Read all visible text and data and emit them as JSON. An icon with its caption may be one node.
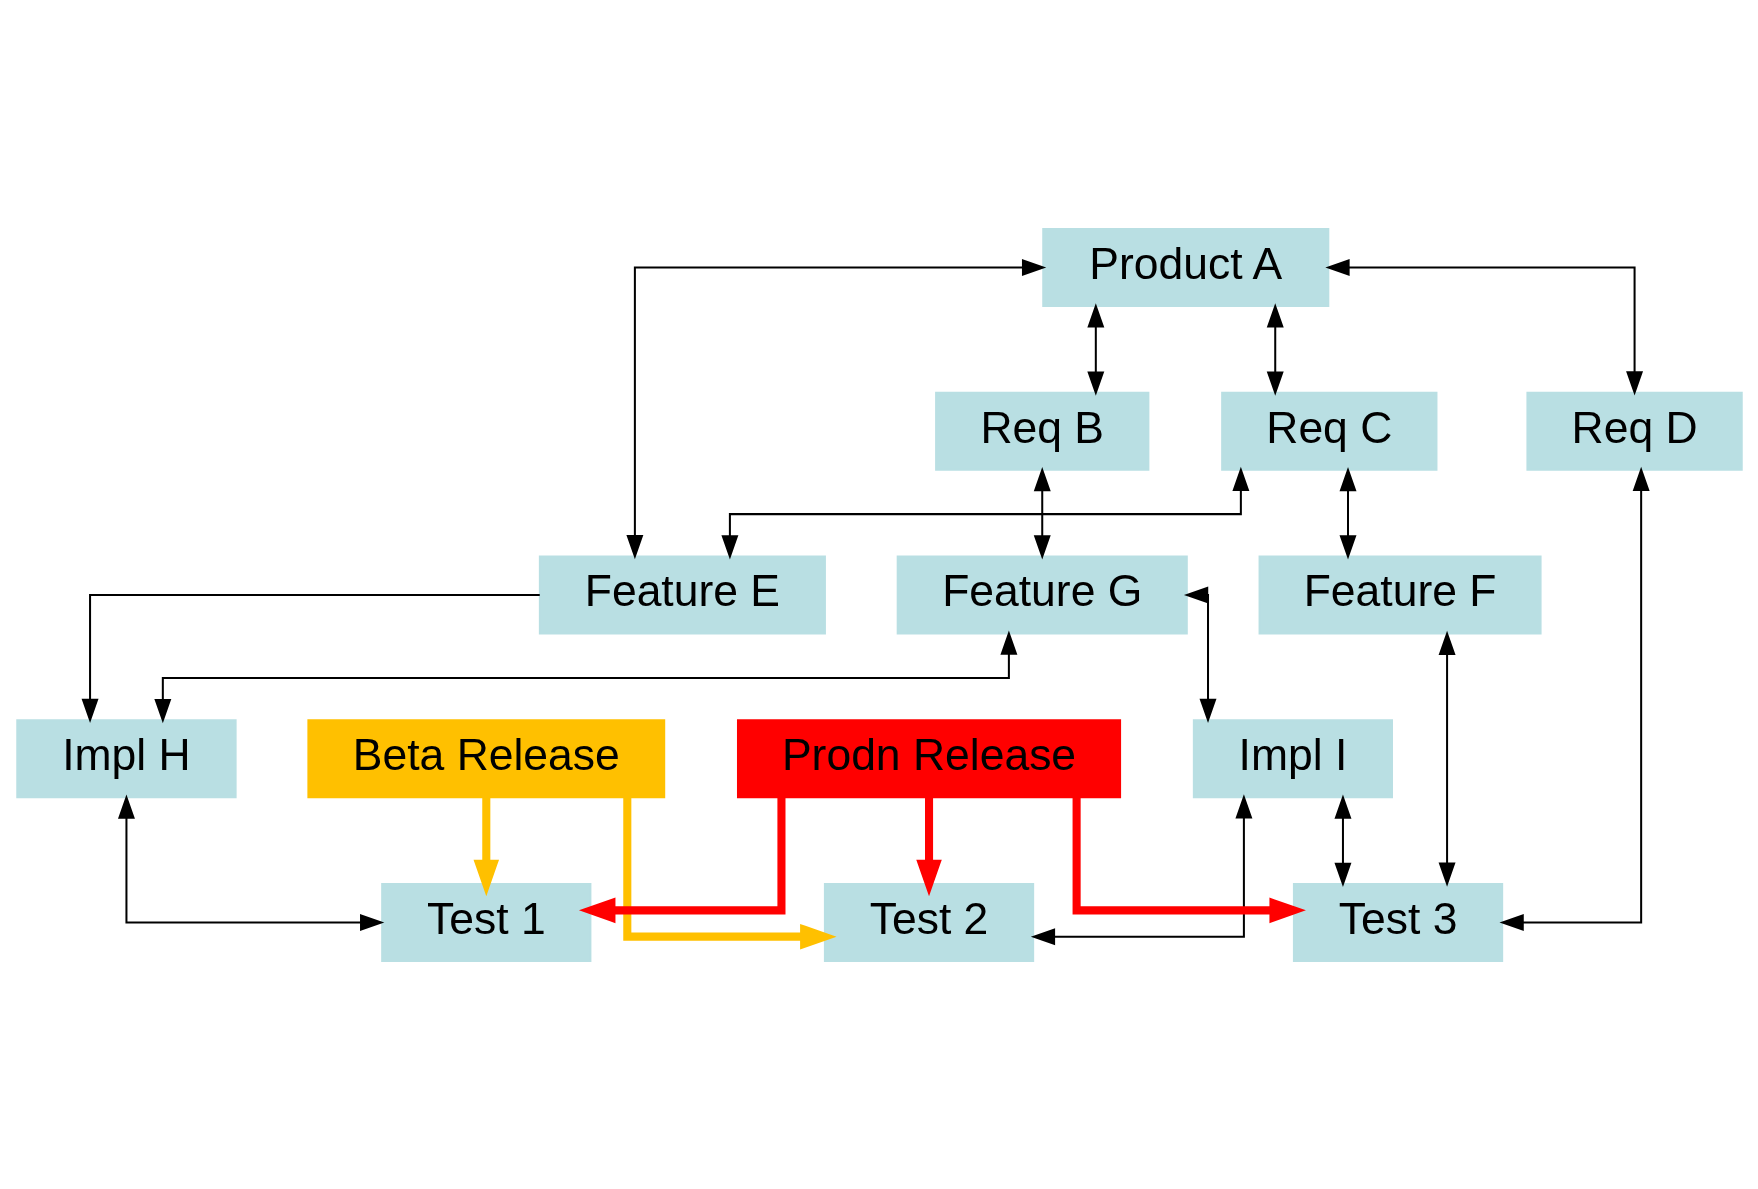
{
  "diagram": {
    "nodes": [
      {
        "text": [
          "Product A"
        ]
      },
      {
        "text": [
          "Req B"
        ]
      },
      {
        "text": [
          "Req C"
        ]
      },
      {
        "text": [
          "Req D"
        ]
      },
      {
        "text": [
          "Feature E"
        ]
      },
      {
        "text": [
          "Feature F"
        ]
      },
      {
        "text": [
          "Feature G"
        ]
      },
      {
        "text": [
          "Impl H"
        ]
      },
      {
        "text": [
          "Impl I"
        ]
      },
      {
        "text": [
          "Test 1"
        ]
      },
      {
        "text": [
          "Test 2"
        ]
      },
      {
        "text": [
          "Test 3"
        ]
      },
      {
        "text": [
          "Beta Release"
        ]
      },
      {
        "text": [
          "Prodn Release"
        ]
      }
    ],
    "edges": [
      {
        "from": 0,
        "to": 1,
        "arrow": "both"
      },
      {
        "from": 0,
        "to": 2,
        "arrow": "both"
      },
      {
        "from": 0,
        "to": 3,
        "arrow": "both"
      },
      {
        "from": 0,
        "to": 4,
        "arrow": "both"
      },
      {
        "from": 2,
        "to": 4,
        "arrow": "both"
      },
      {
        "from": 2,
        "to": 5,
        "arrow": "both"
      },
      {
        "from": 1,
        "to": 6,
        "arrow": "both"
      },
      {
        "from": 3,
        "to": 11,
        "arrow": "both"
      },
      {
        "from": 5,
        "to": 11,
        "arrow": "both"
      },
      {
        "from": 4,
        "to": 7,
        "arrow": "to"
      },
      {
        "from": 6,
        "to": 7,
        "arrow": "both"
      },
      {
        "from": 6,
        "to": 8,
        "arrow": "both"
      },
      {
        "from": 7,
        "to": 9,
        "arrow": "both"
      },
      {
        "from": 8,
        "to": 10,
        "arrow": "both"
      },
      {
        "from": 8,
        "to": 11,
        "arrow": "both"
      },
      {
        "from": 12,
        "to": 9,
        "arrow": "to",
        "style": "thick",
        "color": "#ffc000"
      },
      {
        "from": 12,
        "to": 10,
        "arrow": "to",
        "style": "thick",
        "color": "#ffc000"
      },
      {
        "from": 13,
        "to": 9,
        "arrow": "to",
        "style": "thick",
        "color": "#ff0000"
      },
      {
        "from": 13,
        "to": 10,
        "arrow": "to",
        "style": "thick",
        "color": "#ff0000"
      },
      {
        "from": 13,
        "to": 11,
        "arrow": "to",
        "style": "thick",
        "color": "#ff0000"
      }
    ]
  }
}
